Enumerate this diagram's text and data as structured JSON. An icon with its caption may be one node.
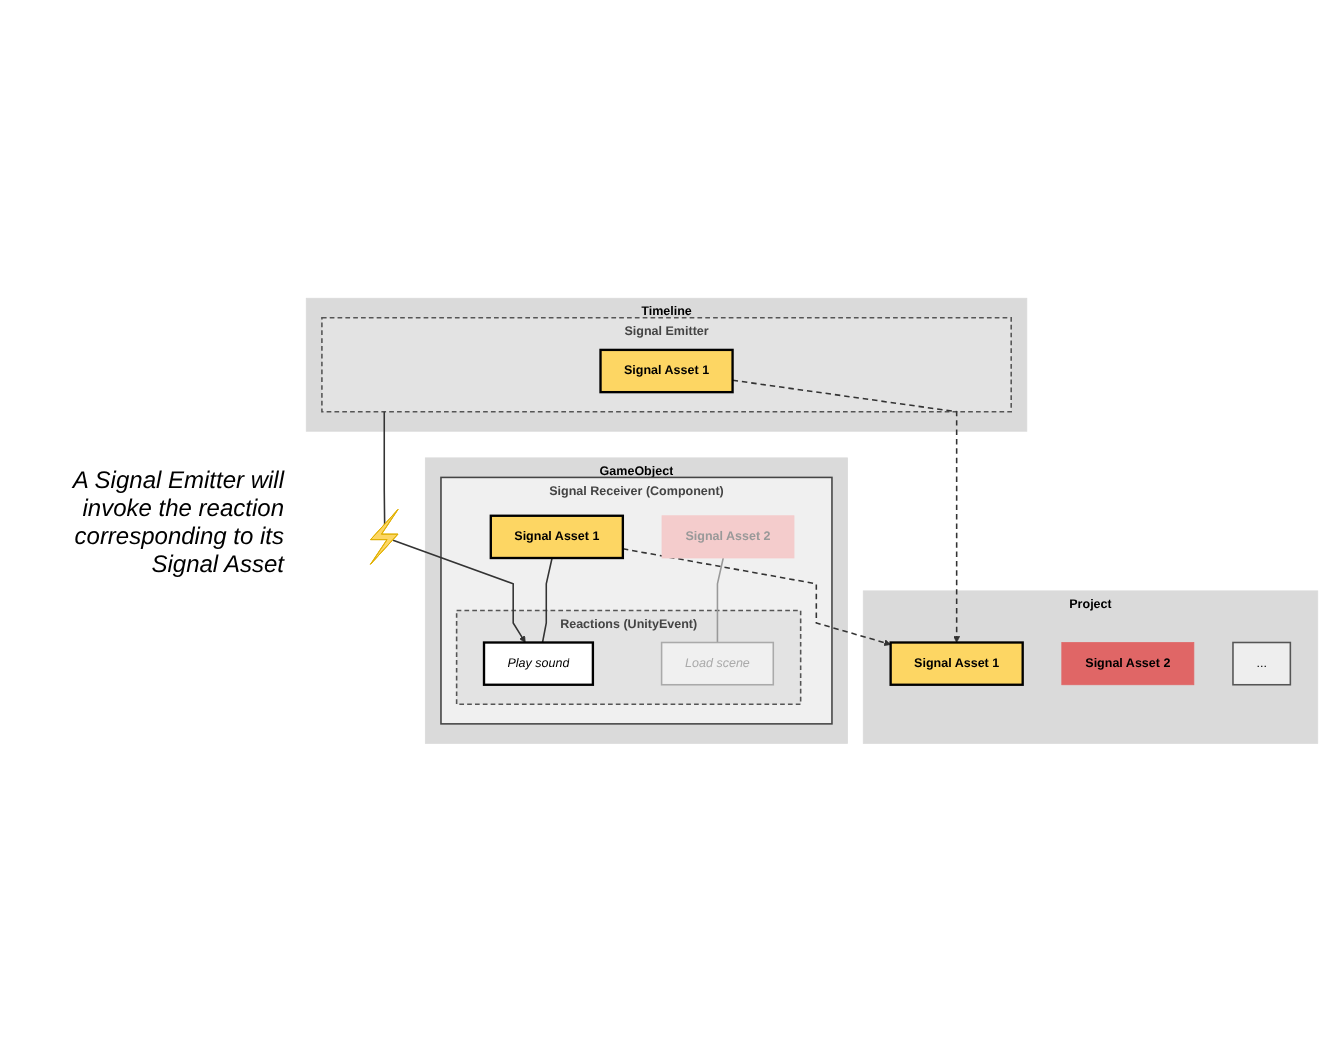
{
  "diagram": {
    "nodes": [
      {
        "text": [
          "Project"
        ]
      },
      {
        "text": [
          "Signal Asset 1"
        ],
        "in": 0
      },
      {
        "text": [
          "Signal Asset 2"
        ],
        "in": 0
      },
      {
        "text": [
          "..."
        ],
        "in": 0
      },
      {
        "text": [
          "Timeline"
        ]
      },
      {
        "text": [
          "Signal Emitter"
        ],
        "in": 4
      },
      {
        "text": [
          "Signal Asset 1"
        ],
        "in": 5
      },
      {
        "text": [
          "GameObject"
        ]
      },
      {
        "text": [
          "Signal Receiver (Component)"
        ],
        "in": 7
      },
      {
        "text": [
          "Signal Asset 1"
        ],
        "in": 8
      },
      {
        "text": [
          "Signal Asset 2"
        ],
        "in": 8
      },
      {
        "text": [
          "Reactions (UnityEvent)"
        ],
        "in": 8
      },
      {
        "text": [
          "Play sound"
        ],
        "in": 11
      },
      {
        "text": [
          "Load scene"
        ],
        "in": 11
      },
      {
        "text": [],
        "shape": "lightning",
        "beside": [
          "A Signal Emitter will invoke the reaction corresponding to its Signal Asset"
        ]
      }
    ],
    "edges": [
      {
        "from": 6,
        "to": 1,
        "arrow": "to",
        "style": "dashed"
      },
      {
        "from": 9,
        "to": 1,
        "arrow": "to",
        "style": "dashed"
      },
      {
        "from": 5,
        "to": 14,
        "arrow": "none"
      },
      {
        "from": 14,
        "to": 12,
        "arrow": "to"
      },
      {
        "from": 9,
        "to": 12,
        "arrow": "none"
      },
      {
        "from": 10,
        "to": 13,
        "arrow": "none",
        "color": "#999999"
      }
    ]
  }
}
